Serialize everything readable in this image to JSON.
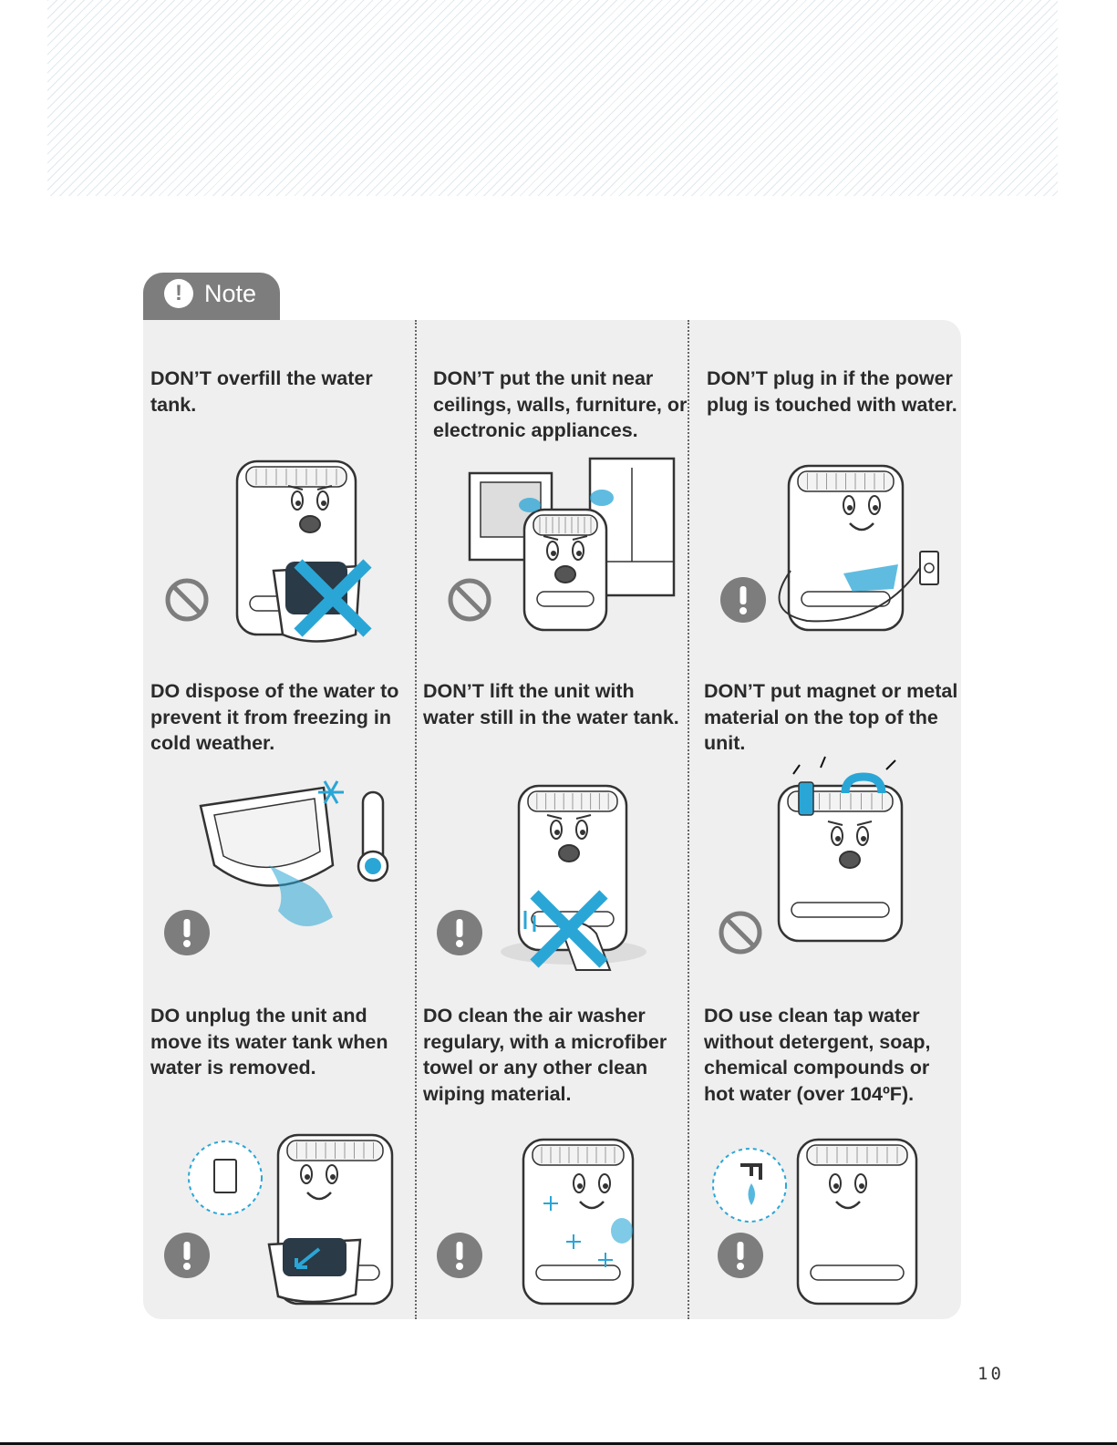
{
  "note": {
    "label": "Note"
  },
  "items": [
    {
      "text": "DON’T overfill the water tank.",
      "indicator": "prohibited-icon",
      "art": "tank",
      "crossed": true
    },
    {
      "text": "DON’T put the unit near ceilings, walls, furniture, or electronic appliances.",
      "indicator": "prohibited-icon",
      "art": "near-furniture",
      "crossed": false
    },
    {
      "text": "DON’T plug in if the power plug is touched with water.",
      "indicator": "caution-icon",
      "art": "plug",
      "crossed": false
    },
    {
      "text": "DO dispose of the water to prevent it from freezing in cold weather.",
      "indicator": "caution-icon",
      "art": "freeze",
      "crossed": false
    },
    {
      "text": "DON’T lift the unit with water still in the water tank.",
      "indicator": "caution-icon",
      "art": "lift",
      "crossed": true
    },
    {
      "text": "DON’T put magnet or metal material on the top of the unit.",
      "indicator": "prohibited-icon",
      "art": "magnet",
      "crossed": false
    },
    {
      "text": "DO unplug the unit and move its water tank  when water is removed.",
      "indicator": "caution-icon",
      "art": "unplug",
      "crossed": false
    },
    {
      "text": "DO clean the air washer regulary, with a microfiber towel or any other clean wiping material.",
      "indicator": "caution-icon",
      "art": "clean",
      "crossed": false
    },
    {
      "text": "DO use clean tap water without detergent, soap, chemical compounds or hot water (over 104ºF).",
      "indicator": "caution-icon",
      "art": "tap",
      "crossed": false
    }
  ],
  "colors": {
    "accent": "#2aa6d6",
    "icon_gray": "#7d7d7d",
    "panel": "#efefef",
    "header_stripe": "#dfe9ee"
  },
  "page_number": "10"
}
